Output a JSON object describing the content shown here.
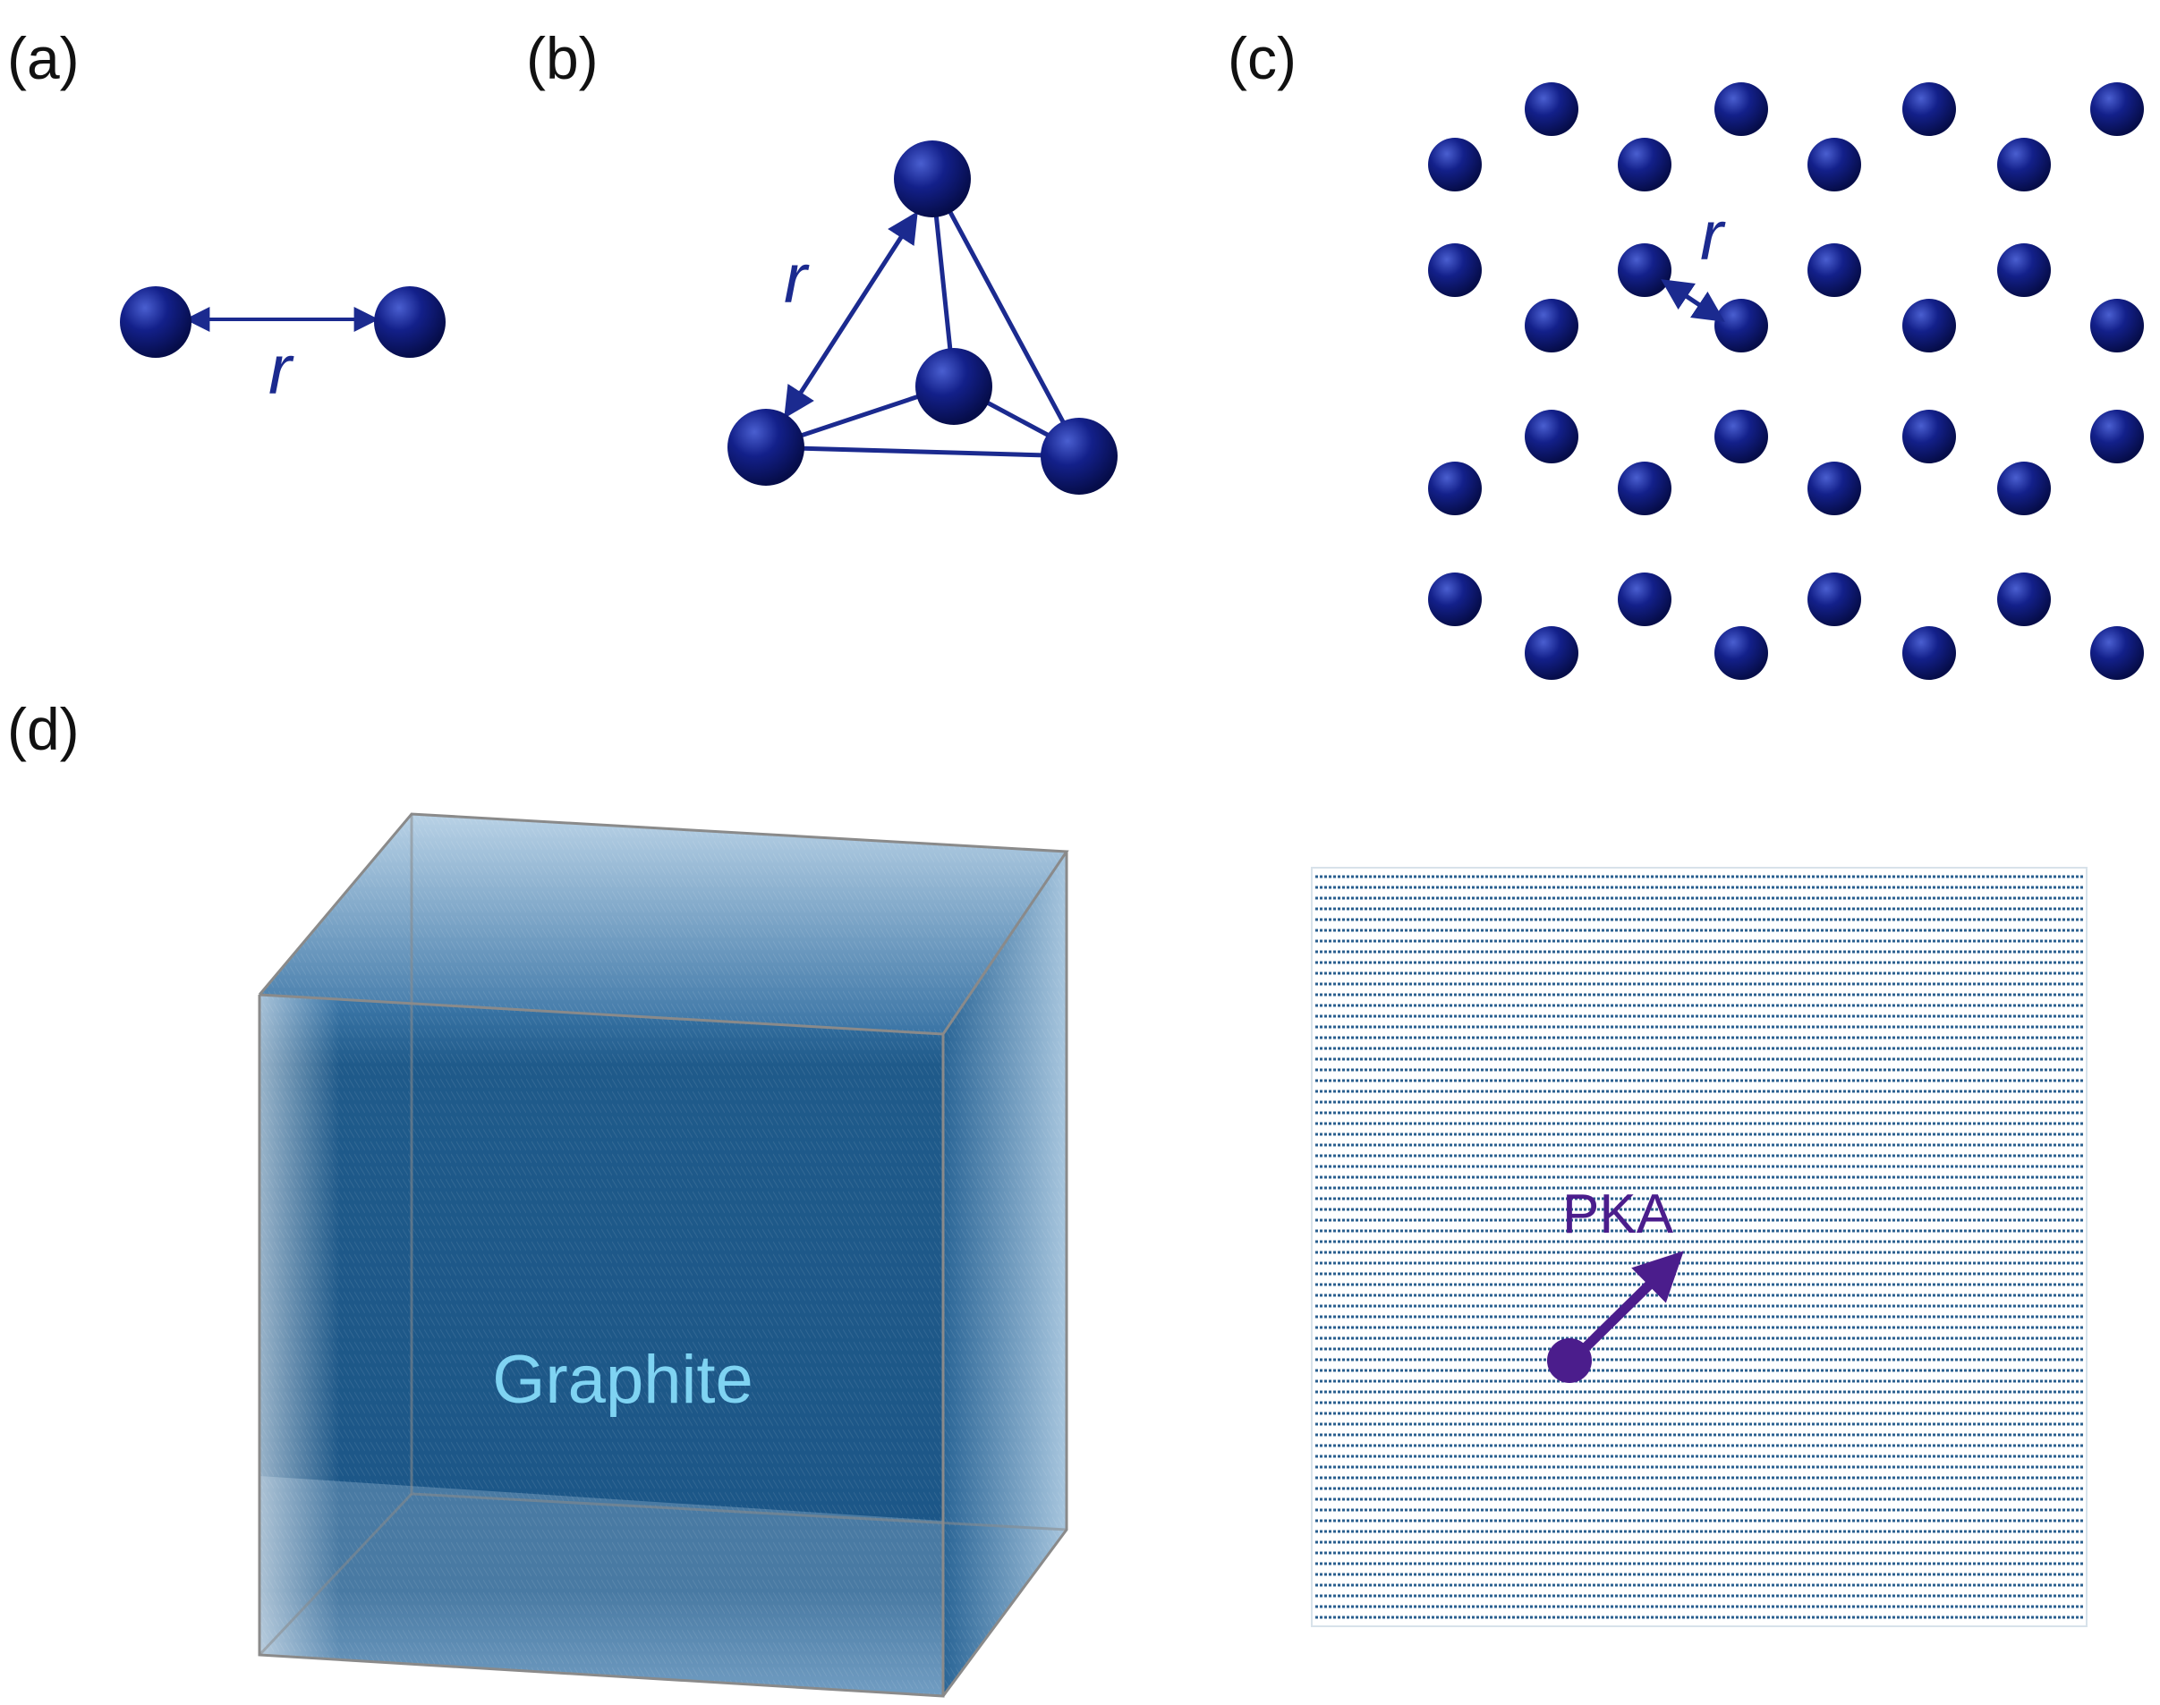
{
  "panels": {
    "a": {
      "label": "(a)",
      "distance_symbol": "r"
    },
    "b": {
      "label": "(b)",
      "distance_symbol": "r"
    },
    "c": {
      "label": "(c)",
      "distance_symbol": "r"
    },
    "d": {
      "label": "(d)"
    }
  },
  "graphite_block": {
    "label": "Graphite"
  },
  "pka": {
    "label": "PKA"
  },
  "colors": {
    "atom": "#0d1a7a",
    "atom_highlight": "#4a5fd0",
    "arrow": "#1b2a8f",
    "graphite_fill": "#1f5a8a",
    "graphite_label": "#7fd3f2",
    "box_edge": "#8a8a8a",
    "layer_lines": "#2a5f8f",
    "pka": "#4b1d8c"
  }
}
